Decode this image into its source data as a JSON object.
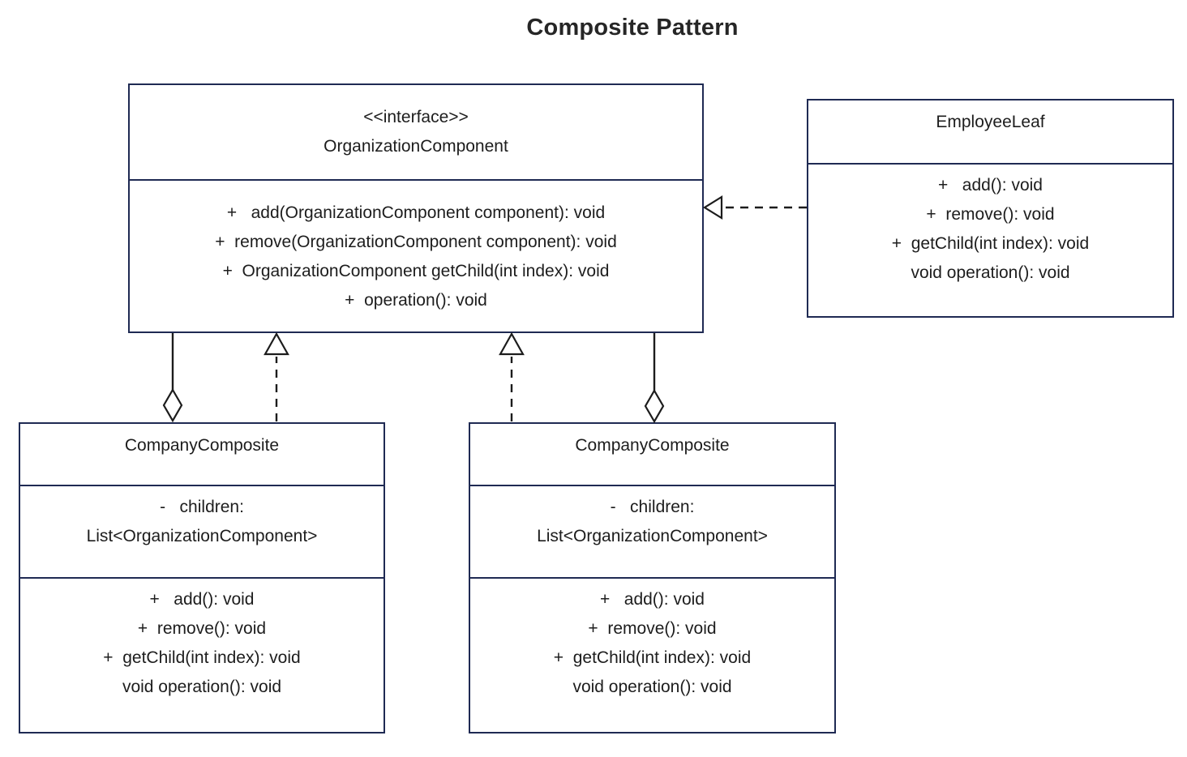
{
  "title": "Composite Pattern",
  "diagram": {
    "classes": [
      {
        "id": "organization-component",
        "stereotype": "<<interface>>",
        "name": "OrganizationComponent",
        "attributes": [],
        "methods": [
          "+   add(OrganizationComponent component): void",
          "+  remove(OrganizationComponent component): void",
          "+  OrganizationComponent getChild(int index): void",
          "+  operation(): void"
        ]
      },
      {
        "id": "employee-leaf",
        "stereotype": "",
        "name": "EmployeeLeaf",
        "attributes": [],
        "methods": [
          "+   add(): void",
          "+  remove(): void",
          "+  getChild(int index): void",
          "void operation(): void"
        ]
      },
      {
        "id": "company-composite-left",
        "stereotype": "",
        "name": "CompanyComposite",
        "attributes": [
          "-   children:",
          "List<OrganizationComponent>"
        ],
        "methods": [
          "+   add(): void",
          "+  remove(): void",
          "+  getChild(int index): void",
          "void operation(): void"
        ]
      },
      {
        "id": "company-composite-right",
        "stereotype": "",
        "name": "CompanyComposite",
        "attributes": [
          "-   children:",
          "List<OrganizationComponent>"
        ],
        "methods": [
          "+   add(): void",
          "+  remove(): void",
          "+  getChild(int index): void",
          "void operation(): void"
        ]
      }
    ],
    "relationships": [
      {
        "type": "realization",
        "style": "dashed-hollow-triangle",
        "from": "EmployeeLeaf",
        "to": "OrganizationComponent"
      },
      {
        "type": "aggregation",
        "style": "solid-hollow-diamond",
        "from": "OrganizationComponent",
        "to": "CompanyComposite (left)"
      },
      {
        "type": "realization",
        "style": "dashed-hollow-triangle",
        "from": "CompanyComposite (left)",
        "to": "OrganizationComponent"
      },
      {
        "type": "realization",
        "style": "dashed-hollow-triangle",
        "from": "CompanyComposite (right)",
        "to": "OrganizationComponent"
      },
      {
        "type": "aggregation",
        "style": "solid-hollow-diamond",
        "from": "OrganizationComponent",
        "to": "CompanyComposite (right)"
      }
    ],
    "colors": {
      "box_border": "#1f2a53",
      "connector": "#1c1c1c",
      "text": "#1d1d1d",
      "background": "#ffffff"
    }
  }
}
